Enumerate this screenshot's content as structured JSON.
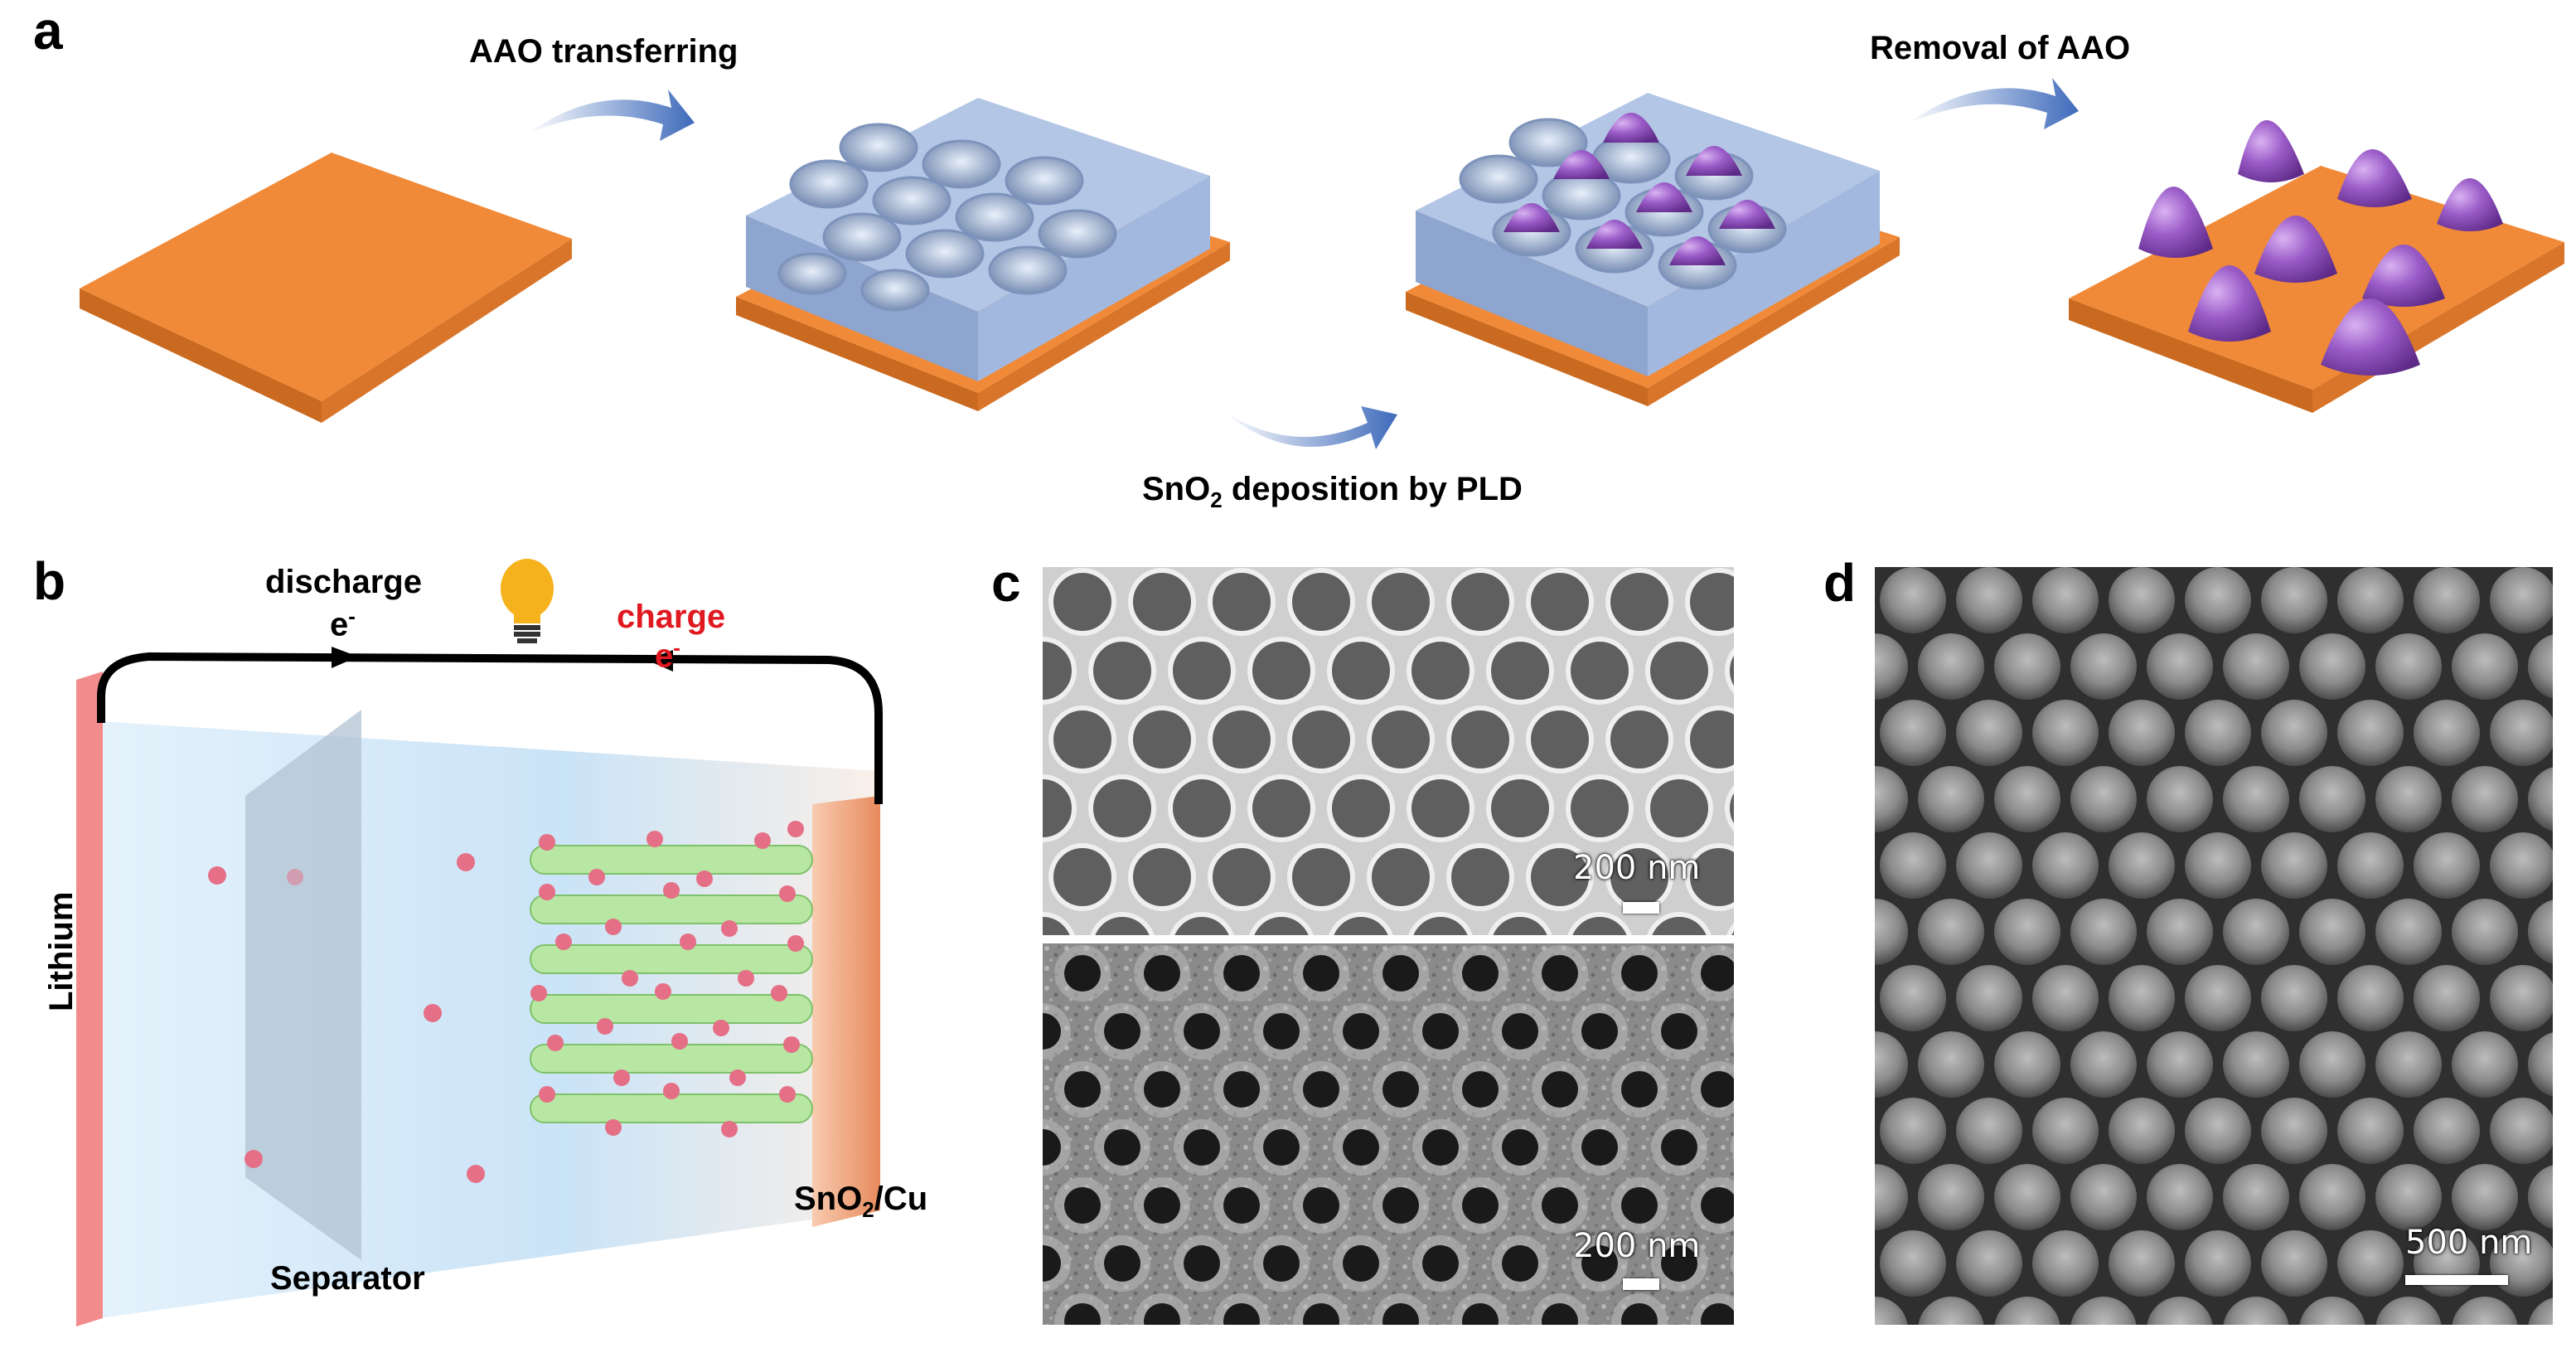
{
  "panel_a": {
    "letter": "a",
    "step1": "AAO transferring",
    "step2_main": "SnO",
    "step2_sub": "2",
    "step2_rest": " deposition by PLD",
    "step3": "Removal of AAO"
  },
  "panel_b": {
    "letter": "b",
    "discharge": "discharge",
    "discharge_e": "e",
    "discharge_sup": "-",
    "charge": "charge",
    "charge_e": "e",
    "charge_sup": "-",
    "lithium": "Lithium",
    "separator": "Separator",
    "electrode_main": "SnO",
    "electrode_sub": "2",
    "electrode_rest": "/Cu",
    "colors": {
      "charge_text": "#e0181f",
      "lithium": "#f28c8c",
      "copper": "#f0883a",
      "sno2": "#a4dc8c",
      "li_ion": "#e56f86"
    }
  },
  "panel_c": {
    "letter": "c",
    "top_scale": "200 nm",
    "bottom_scale": "200 nm"
  },
  "panel_d": {
    "letter": "d",
    "scale": "500 nm"
  },
  "colors": {
    "copper": "#f08a38",
    "aao": "#b3c6e6",
    "tin": "#9459c0",
    "arrow": "#4a72bf"
  }
}
